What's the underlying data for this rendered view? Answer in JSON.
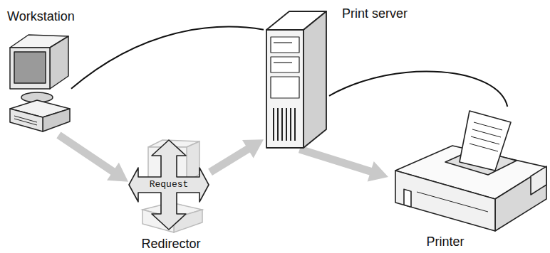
{
  "diagram": {
    "nodes": [
      {
        "text": [
          "Workstation"
        ]
      },
      {
        "text": [
          "Request",
          "Redirector"
        ]
      },
      {
        "text": [
          "Print server"
        ]
      },
      {
        "text": [
          "Printer"
        ]
      }
    ],
    "edges": [
      {
        "from": 0,
        "to": 1,
        "arrow": "to"
      },
      {
        "from": 1,
        "to": 2,
        "arrow": "to"
      },
      {
        "from": 2,
        "to": 3,
        "arrow": "to"
      },
      {
        "from": 0,
        "to": 2,
        "arrow": "none"
      },
      {
        "from": 2,
        "to": 3,
        "arrow": "none"
      }
    ]
  }
}
